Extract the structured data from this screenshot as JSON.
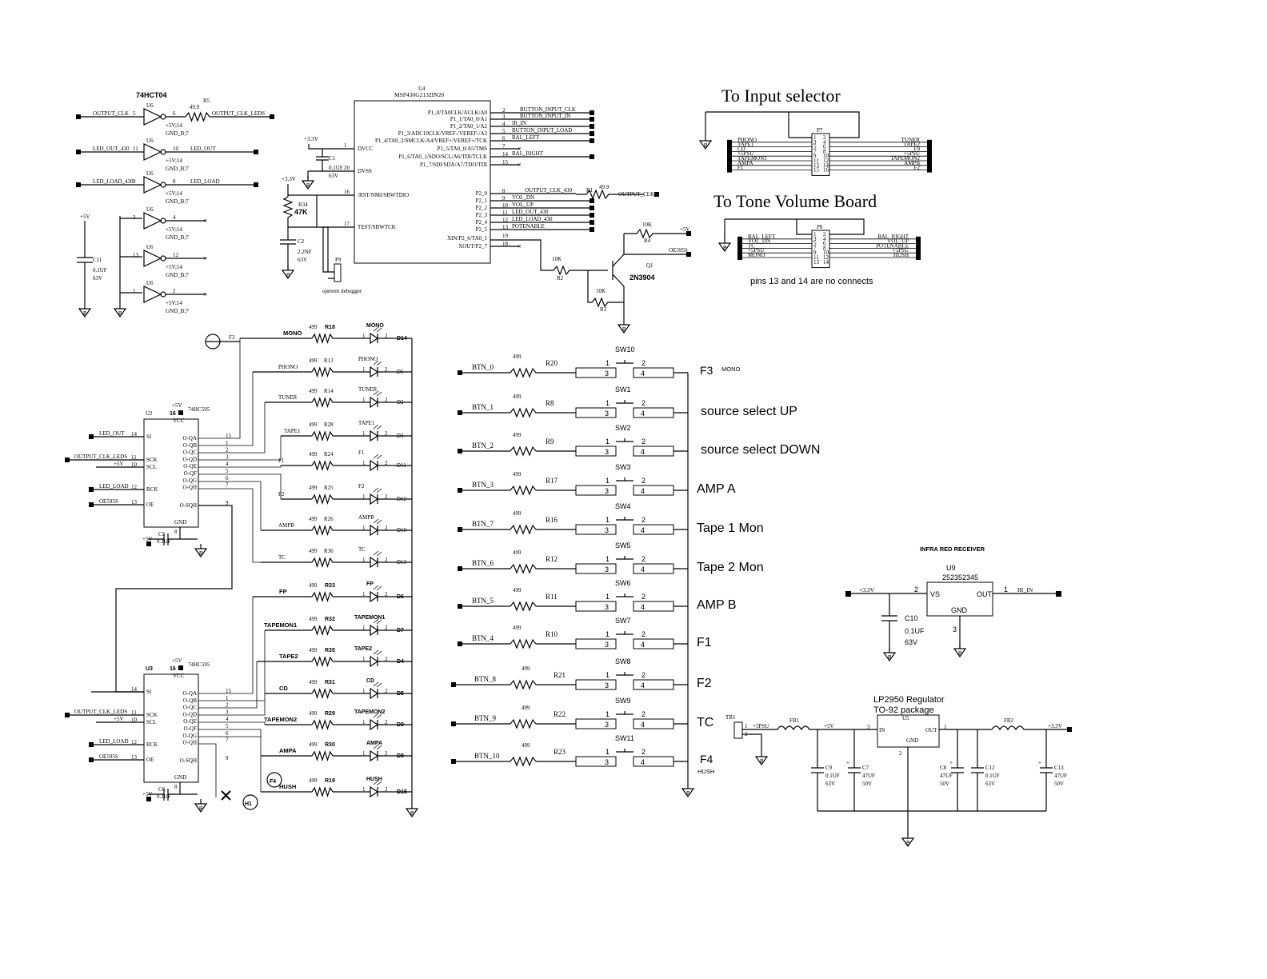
{
  "inverter": {
    "title": "74HCT04",
    "gates": [
      {
        "in": "OUTPUT_CLK",
        "in_pin": "5",
        "ref": "U6",
        "out_pin": "6",
        "out": "OUTPUT_CLK_LEDS",
        "res": "R5",
        "res_val": "49.9",
        "pwr": "+5V;14",
        "gnd": "GND_B;7"
      },
      {
        "in": "LED_OUT_430",
        "in_pin": "11",
        "ref": "U6",
        "out_pin": "10",
        "out": "LED_OUT",
        "pwr": "+5V;14",
        "gnd": "GND_B;7"
      },
      {
        "in": "LED_LOAD_430",
        "in_pin": "9",
        "ref": "U6",
        "out_pin": "8",
        "out": "LED_LOAD",
        "pwr": "+5V;14",
        "gnd": "GND_B;7"
      },
      {
        "in": "",
        "in_pin": "3",
        "ref": "U6",
        "out_pin": "4",
        "out": "",
        "pwr": "+5V;14",
        "gnd": "GND_B;7"
      },
      {
        "in": "",
        "in_pin": "13",
        "ref": "U6",
        "out_pin": "12",
        "out": "",
        "pwr": "+5V;14",
        "gnd": "GND_B;7"
      },
      {
        "in": "",
        "in_pin": "1",
        "ref": "U6",
        "out_pin": "2",
        "out": "",
        "pwr": "+5V;14",
        "gnd": "GND_B;7"
      }
    ],
    "cap": {
      "ref": "C11",
      "val": "0.1UF",
      "volt": "63V",
      "rail": "+5V"
    }
  },
  "mcu": {
    "ref": "U4",
    "part": "MSP430G2132IN20",
    "left_pins": [
      {
        "num": "1",
        "name": "DVCC",
        "net": "+3.3V"
      },
      {
        "num": "20",
        "name": "DVSS",
        "net": ""
      },
      {
        "num": "16",
        "name": "/RST/NMI/SBWTDIO",
        "net": ""
      },
      {
        "num": "17",
        "name": "TEST/SBWTCK",
        "net": ""
      }
    ],
    "right_pins": [
      {
        "name": "P1_0/TA0CLK/ACLK/A0",
        "num": "2",
        "net": "BUTTON_INPUT_CLK"
      },
      {
        "name": "P1_1/TA0_0/A1",
        "num": "3",
        "net": "BUTTON_INPUT_IN"
      },
      {
        "name": "P1_2/TA0_1/A2",
        "num": "4",
        "net": "IR_IN"
      },
      {
        "name": "P1_3/ADC10CLK/VREF-/VEREF-/A3",
        "num": "5",
        "net": "BUTTON_INPUT_LOAD"
      },
      {
        "name": "P1_4/TA0_2/SMCLK/A4/VREF+/VEREF+/TCK",
        "num": "6",
        "net": "BAL_LEFT"
      },
      {
        "name": "P1_5/TA0_0/A5/TMS",
        "num": "7",
        "net": ""
      },
      {
        "name": "P1_6/TA0_1/SDO/SCL/A6/TDI/TCLK",
        "num": "14",
        "net": "BAL_RIGHT"
      },
      {
        "name": "P1_7/SDI/SDA/A7/TDO/TDI",
        "num": "15",
        "net": ""
      },
      {
        "name": "P2_0",
        "num": "8",
        "net": "OUTPUT_CLK_430"
      },
      {
        "name": "P2_1",
        "num": "9",
        "net": "VOL_DN"
      },
      {
        "name": "P2_2",
        "num": "10",
        "net": "VOL_UP"
      },
      {
        "name": "P2_3",
        "num": "11",
        "net": "LED_OUT_430"
      },
      {
        "name": "P2_4",
        "num": "12",
        "net": "LED_LOAD_430"
      },
      {
        "name": "P2_5",
        "num": "13",
        "net": "POTENABLE"
      },
      {
        "name": "XIN/P2_6/TA0_1",
        "num": "19",
        "net": ""
      },
      {
        "name": "XOUT/P2_7",
        "num": "18",
        "net": ""
      }
    ],
    "c1": {
      "ref": "C1",
      "val": "0.1UF",
      "volt": "63V"
    },
    "r34": {
      "ref": "R34",
      "val": "47K",
      "rail": "+3.3V"
    },
    "c2": {
      "ref": "C2",
      "val": "2.2NF",
      "volt": "63V"
    },
    "p9": {
      "ref": "P9",
      "label": "openrm debugger"
    },
    "r1": {
      "ref": "R1",
      "val": "49.9",
      "net": "OUTPUT_CLK"
    },
    "q1": {
      "ref": "Q1",
      "part": "2N3904",
      "r4": "R4",
      "r4_val": "10K",
      "r2": "R2",
      "r2_val": "10K",
      "r3": "R3",
      "r3_val": "10K",
      "rail": "+5V",
      "net": "OE595S"
    }
  },
  "input_selector": {
    "title": "To Input selector",
    "ref": "P7",
    "left": [
      {
        "pin": "1",
        "net": ""
      },
      {
        "pin": "3",
        "net": "PHONO"
      },
      {
        "pin": "5",
        "net": "TAPE1"
      },
      {
        "pin": "7",
        "net": "CD"
      },
      {
        "pin": "9",
        "net": "+5PSU"
      },
      {
        "pin": "11",
        "net": "TAPEMON1"
      },
      {
        "pin": "13",
        "net": "AMPA"
      },
      {
        "pin": "15",
        "net": "F1"
      }
    ],
    "right": [
      {
        "pin": "2",
        "net": ""
      },
      {
        "pin": "4",
        "net": "TUNER"
      },
      {
        "pin": "6",
        "net": "TAPE2"
      },
      {
        "pin": "8",
        "net": "F9"
      },
      {
        "pin": "10",
        "net": "+5PSU"
      },
      {
        "pin": "12",
        "net": "TAPEMON2"
      },
      {
        "pin": "14",
        "net": "AMPB"
      },
      {
        "pin": "16",
        "net": "F2"
      }
    ]
  },
  "tone_board": {
    "title": "To Tone Volume Board",
    "ref": "P8",
    "left": [
      {
        "pin": "1",
        "net": ""
      },
      {
        "pin": "3",
        "net": "BAL_LEFT"
      },
      {
        "pin": "5",
        "net": "VOL_DN"
      },
      {
        "pin": "7",
        "net": "TC"
      },
      {
        "pin": "9",
        "net": "+5PSU"
      },
      {
        "pin": "11",
        "net": "MONO"
      },
      {
        "pin": "13",
        "net": ""
      }
    ],
    "right": [
      {
        "pin": "2",
        "net": ""
      },
      {
        "pin": "4",
        "net": "BAL_RIGHT"
      },
      {
        "pin": "6",
        "net": "VOL_UP"
      },
      {
        "pin": "8",
        "net": "POTENABLE"
      },
      {
        "pin": "10",
        "net": "+5PSU"
      },
      {
        "pin": "12",
        "net": "HUSH"
      },
      {
        "pin": "14",
        "net": ""
      }
    ],
    "note": "pins 13 and 14 are no connects"
  },
  "shift_regs": [
    {
      "ref": "U2",
      "part": "74HC595",
      "rail": "+5V",
      "vcc_pin": "16",
      "inputs": [
        {
          "net": "LED_OUT",
          "pin": "14",
          "name": "SI"
        },
        {
          "net": "OUTPUT_CLK_LEDS",
          "pin": "11",
          "name": "SCK"
        },
        {
          "net": "+5V",
          "pin": "10",
          "name": "SCL"
        },
        {
          "net": "LED_LOAD",
          "pin": "12",
          "name": "RCK"
        },
        {
          "net": "OE595S",
          "pin": "13",
          "name": "OE"
        }
      ],
      "outs": [
        "O-QA",
        "O-QB",
        "O-QC",
        "O-QD",
        "O-QE",
        "O-QF",
        "O-QG",
        "O-QH"
      ],
      "out_pins": [
        "15",
        "1",
        "2",
        "3",
        "4",
        "5",
        "6",
        "7"
      ],
      "sqh": "O-SQH",
      "sqh_pin": "9",
      "gnd": "GND",
      "gnd_pin": "8",
      "cap": "C5",
      "cap_val": "0.1UF"
    },
    {
      "ref": "U3",
      "part": "74HC595",
      "rail": "+5V",
      "vcc_pin": "16",
      "inputs": [
        {
          "net": "",
          "pin": "14",
          "name": "SI"
        },
        {
          "net": "OUTPUT_CLK_LEDS",
          "pin": "11",
          "name": "SCK"
        },
        {
          "net": "+5V",
          "pin": "10",
          "name": "SCL"
        },
        {
          "net": "LED_LOAD",
          "pin": "12",
          "name": "RCK"
        },
        {
          "net": "OE595S",
          "pin": "13",
          "name": "OE"
        }
      ],
      "outs": [
        "O-QA",
        "O-QB",
        "O-QC",
        "O-QD",
        "O-QE",
        "O-QF",
        "O-QG",
        "O-QH"
      ],
      "out_pins": [
        "15",
        "1",
        "2",
        "3",
        "4",
        "5",
        "6",
        "7"
      ],
      "sqh": "O-SQH",
      "sqh_pin": "9",
      "gnd": "GND",
      "gnd_pin": "8",
      "cap": "C6",
      "cap_val": "0.1UF"
    }
  ],
  "leds": [
    {
      "net": "MONO",
      "r": "R18",
      "rv": "499",
      "lbl": "MONO",
      "d": "D14"
    },
    {
      "net": "PHONO",
      "r": "R13",
      "rv": "499",
      "lbl": "PHONO",
      "d": "D1"
    },
    {
      "net": "TUNER",
      "r": "R14",
      "rv": "499",
      "lbl": "TUNER",
      "d": "D2"
    },
    {
      "net": "TAPE1",
      "r": "R28",
      "rv": "499",
      "lbl": "TAPE1",
      "d": "D3"
    },
    {
      "net": "F1",
      "r": "R24",
      "rv": "499",
      "lbl": "F1",
      "d": "D11"
    },
    {
      "net": "F2",
      "r": "R25",
      "rv": "499",
      "lbl": "F2",
      "d": "D12"
    },
    {
      "net": "AMPB",
      "r": "R26",
      "rv": "499",
      "lbl": "AMPB",
      "d": "D10"
    },
    {
      "net": "TC",
      "r": "R36",
      "rv": "499",
      "lbl": "TC",
      "d": "D13"
    },
    {
      "net": "FP",
      "r": "R33",
      "rv": "499",
      "lbl": "FP",
      "d": "D6"
    },
    {
      "net": "TAPEMON1",
      "r": "R32",
      "rv": "499",
      "lbl": "TAPEMON1",
      "d": "D7"
    },
    {
      "net": "TAPE2",
      "r": "R35",
      "rv": "499",
      "lbl": "TAPE2",
      "d": "D4"
    },
    {
      "net": "CD",
      "r": "R31",
      "rv": "499",
      "lbl": "CD",
      "d": "D5"
    },
    {
      "net": "TAPEMON2",
      "r": "R29",
      "rv": "499",
      "lbl": "TAPEMON2",
      "d": "D9"
    },
    {
      "net": "AMPA",
      "r": "R30",
      "rv": "499",
      "lbl": "AMPA",
      "d": "D8"
    },
    {
      "net": "HUSH",
      "r": "R19",
      "rv": "499",
      "lbl": "HUSH",
      "d": "D15"
    }
  ],
  "led_misc": {
    "f3": "F3",
    "f4": "F4",
    "h1": "H1"
  },
  "buttons": [
    {
      "btn": "BTN_0",
      "rv": "499",
      "r": "R20",
      "sw": "SW10",
      "f": "F3",
      "fsub": "MONO",
      "desc": ""
    },
    {
      "btn": "BTN_1",
      "rv": "499",
      "r": "R8",
      "sw": "SW1",
      "f": "",
      "fsub": "",
      "desc": "source select UP"
    },
    {
      "btn": "BTN_2",
      "rv": "499",
      "r": "R9",
      "sw": "SW2",
      "f": "",
      "fsub": "",
      "desc": "source select DOWN"
    },
    {
      "btn": "BTN_3",
      "rv": "499",
      "r": "R17",
      "sw": "SW3",
      "f": "",
      "fsub": "",
      "desc": "AMP A"
    },
    {
      "btn": "BTN_7",
      "rv": "499",
      "r": "R16",
      "sw": "SW4",
      "f": "",
      "fsub": "",
      "desc": "Tape 1 Mon"
    },
    {
      "btn": "BTN_6",
      "rv": "499",
      "r": "R12",
      "sw": "SW5",
      "f": "",
      "fsub": "",
      "desc": "Tape 2 Mon"
    },
    {
      "btn": "BTN_5",
      "rv": "499",
      "r": "R11",
      "sw": "SW6",
      "f": "",
      "fsub": "",
      "desc": "AMP B"
    },
    {
      "btn": "BTN_4",
      "rv": "499",
      "r": "R10",
      "sw": "SW7",
      "f": "",
      "fsub": "",
      "desc": "F1"
    },
    {
      "btn": "BTN_8",
      "rv": "499",
      "r": "R21",
      "sw": "SW8",
      "f": "",
      "fsub": "",
      "desc": "F2"
    },
    {
      "btn": "BTN_9",
      "rv": "499",
      "r": "R22",
      "sw": "SW9",
      "f": "",
      "fsub": "",
      "desc": "TC"
    },
    {
      "btn": "BTN_10",
      "rv": "499",
      "r": "R23",
      "sw": "SW11",
      "f": "F4",
      "fsub": "HUSH",
      "desc": ""
    }
  ],
  "ir": {
    "title": "INFRA RED RECEIVER",
    "ref": "U9",
    "part": "252352345",
    "rail": "+3.3V",
    "vs_pin": "2",
    "vs": "VS",
    "out_pin": "1",
    "out": "OUT",
    "net": "IR_IN",
    "gnd_pin": "3",
    "gnd": "GND",
    "cap": "C10",
    "cap_val": "0.1UF",
    "cap_volt": "63V"
  },
  "regulator": {
    "title": "LP2950 Regulator",
    "sub": "TO-92 package",
    "ref": "U5",
    "tb": "TB1",
    "tb_net": "+5PSU",
    "fb1": "FB1",
    "fb2": "FB2",
    "rail5": "+5V",
    "rail33": "+3.3V",
    "in": "IN",
    "out": "OUT",
    "gnd": "GND",
    "in_pin": "3",
    "out_pin": "1",
    "gnd_pin": "2",
    "caps": [
      {
        "ref": "C9",
        "val": "0.1UF",
        "volt": "63V"
      },
      {
        "ref": "C7",
        "val": "47UF",
        "volt": "50V"
      },
      {
        "ref": "C8",
        "val": "47UF",
        "volt": "50V"
      },
      {
        "ref": "C12",
        "val": "0.1UF",
        "volt": "63V"
      },
      {
        "ref": "C13",
        "val": "47UF",
        "volt": "50V"
      }
    ]
  }
}
